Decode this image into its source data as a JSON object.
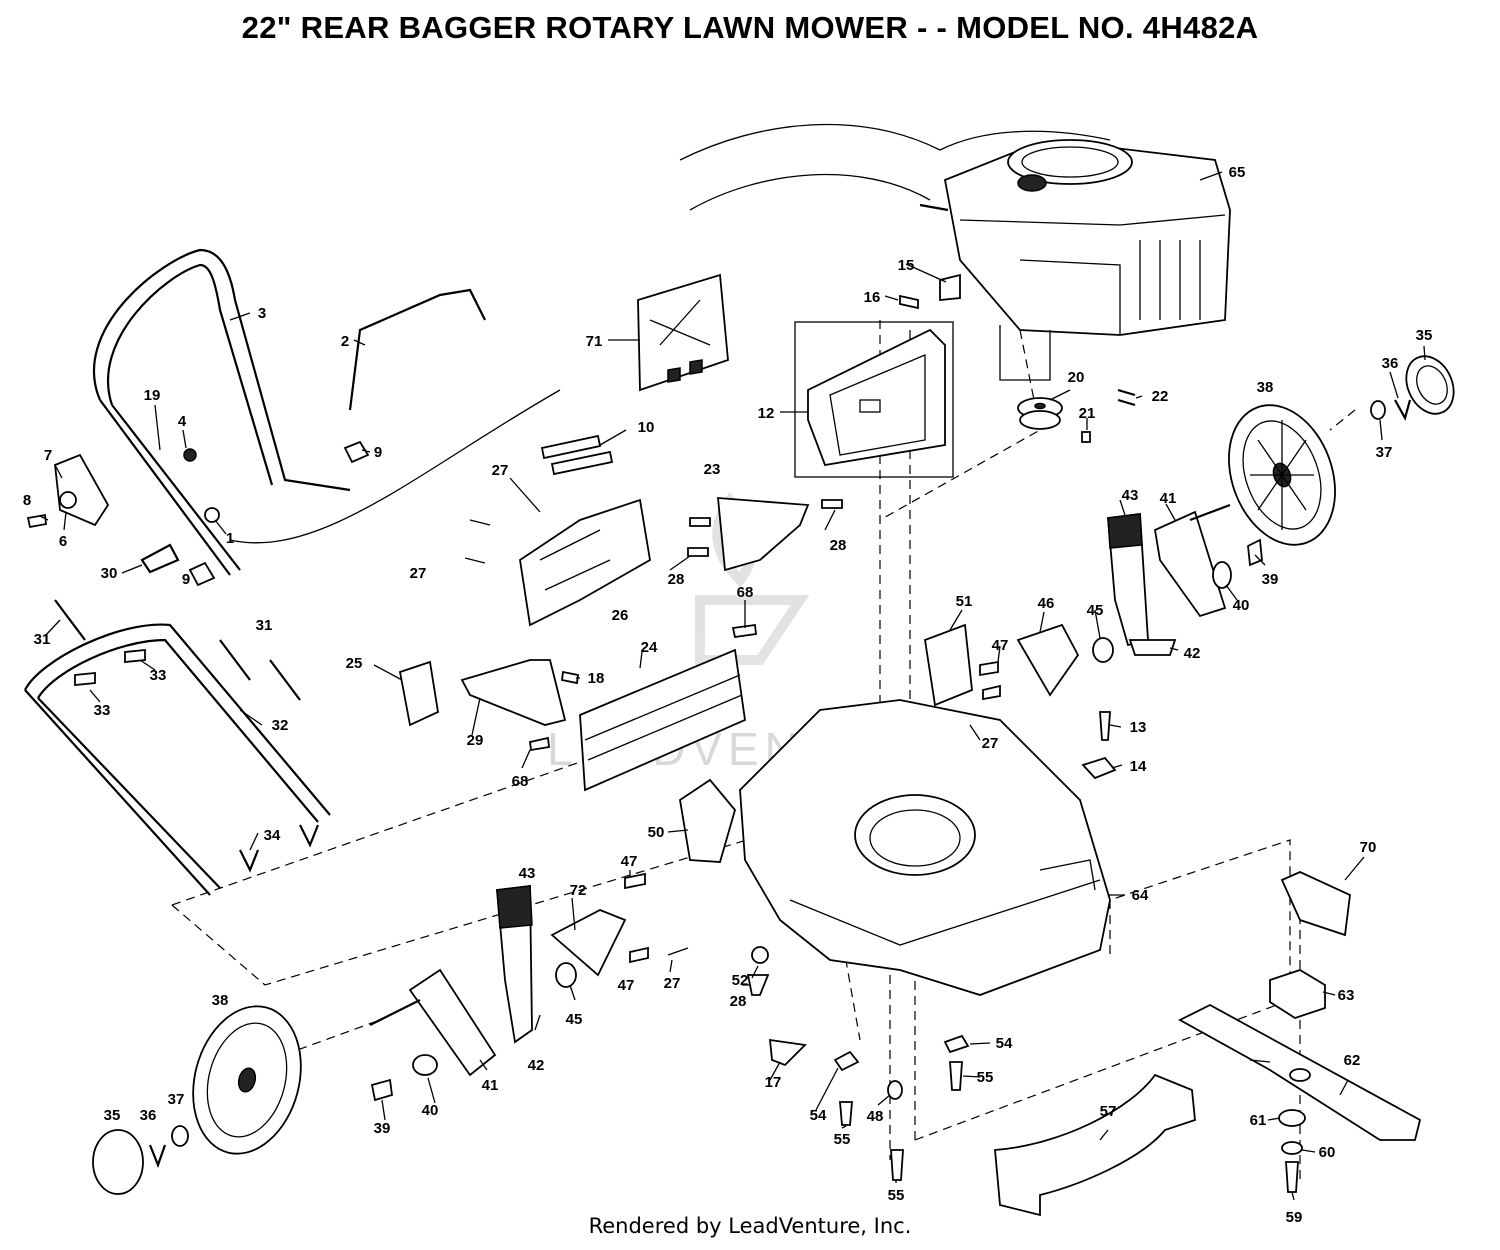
{
  "title": "22\" REAR BAGGER ROTARY LAWN MOWER - - MODEL NO. 4H482A",
  "footer": "Rendered by LeadVenture, Inc.",
  "watermark": "LEADVENTURE",
  "callouts": [
    "65",
    "15",
    "16",
    "3",
    "2",
    "71",
    "12",
    "20",
    "22",
    "21",
    "35",
    "36",
    "38",
    "37",
    "19",
    "4",
    "9",
    "7",
    "8",
    "6",
    "1",
    "10",
    "27",
    "23",
    "28",
    "43",
    "41",
    "30",
    "39",
    "40",
    "42",
    "31",
    "33",
    "68",
    "51",
    "46",
    "45",
    "47",
    "25",
    "18",
    "24",
    "29",
    "13",
    "14",
    "32",
    "34",
    "50",
    "64",
    "70",
    "72",
    "52",
    "63",
    "54",
    "55",
    "17",
    "48",
    "62",
    "57",
    "61",
    "60",
    "59"
  ]
}
